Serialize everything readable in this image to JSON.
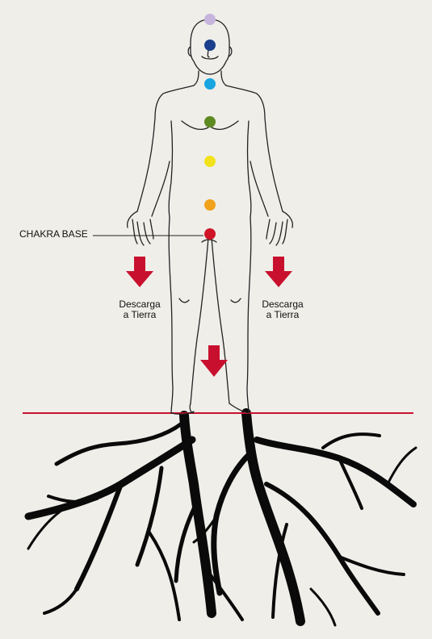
{
  "labels": {
    "base_chakra": "CHAKRA BASE",
    "discharge_left_line1": "Descarga",
    "discharge_left_line2": "a Tierra",
    "discharge_right_line1": "Descarga",
    "discharge_right_line2": "a Tierra"
  },
  "chakras": [
    {
      "name": "crown",
      "color": "#c7b4dd"
    },
    {
      "name": "third-eye",
      "color": "#1b3f8c"
    },
    {
      "name": "throat",
      "color": "#18a5e0"
    },
    {
      "name": "heart",
      "color": "#5e8a22"
    },
    {
      "name": "solar-plexus",
      "color": "#f2e21c"
    },
    {
      "name": "sacral",
      "color": "#f0a21c"
    },
    {
      "name": "base",
      "color": "#cf1427"
    }
  ],
  "colors": {
    "arrow": "#c8102e",
    "ground_line": "#c8102e",
    "outline": "#222222",
    "roots": "#0a0a0a",
    "background": "#efeee9"
  }
}
